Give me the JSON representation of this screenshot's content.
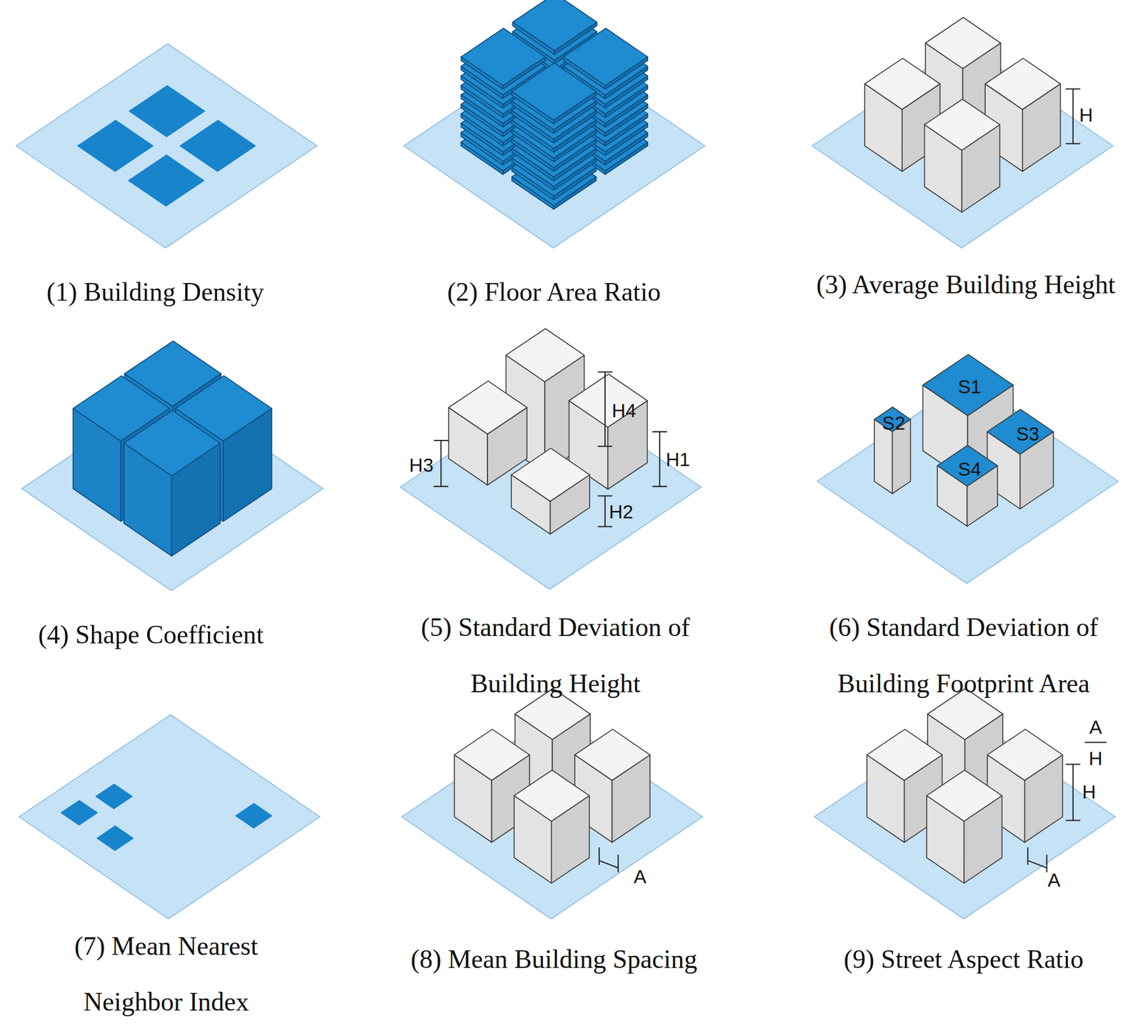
{
  "diagram": {
    "labels": [
      "(1) Building Density",
      "(2) Floor Area Ratio",
      "H",
      "(3) Average Building Height",
      "(4) Shape Coefficient",
      "H4",
      "H3",
      "H1",
      "H2",
      "(5) Standard Deviation of Building Height",
      "S1",
      "S2",
      "S3",
      "S4",
      "(6) Standard Deviation of Building Footprint Area",
      "(7) Mean Nearest Neighbor Index",
      "A",
      "(8) Mean Building Spacing",
      "A",
      "H",
      "H",
      "A",
      "(9) Street Aspect Ratio"
    ]
  }
}
